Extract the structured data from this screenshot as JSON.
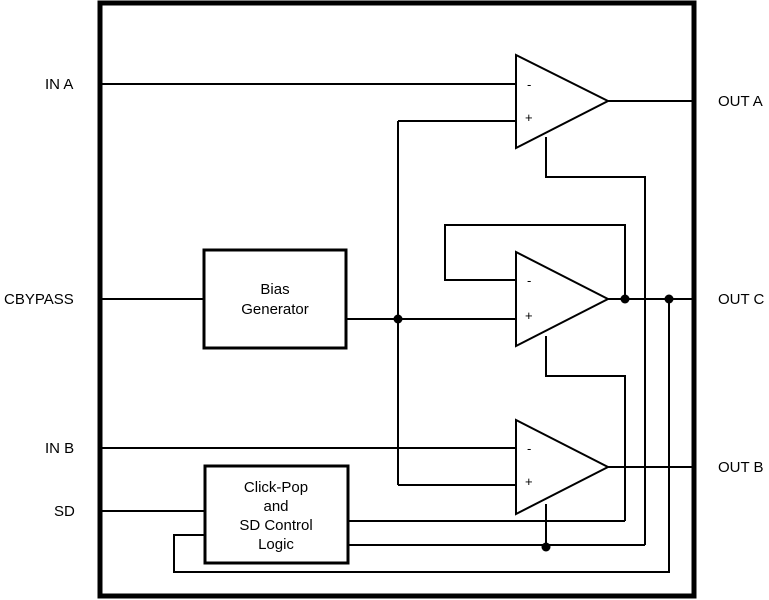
{
  "pins": {
    "in_a": "IN A",
    "cbypass": "CBYPASS",
    "in_b": "IN B",
    "sd": "SD",
    "out_a": "OUT A",
    "out_c": "OUT C",
    "out_b": "OUT B"
  },
  "blocks": {
    "bias": {
      "line1": "Bias",
      "line2": "Generator"
    },
    "clickpop": {
      "line1": "Click-Pop",
      "line2": "and",
      "line3": "SD Control",
      "line4": "Logic"
    }
  },
  "amp_signs": {
    "minus": "-",
    "plus": "+"
  },
  "colors": {
    "line": "#000000",
    "background": "#ffffff"
  }
}
